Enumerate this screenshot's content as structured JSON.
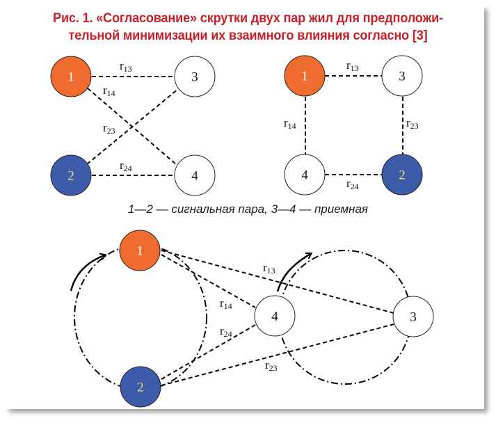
{
  "figure": {
    "title_line1": "Рис. 1. «Согласование» скрутки двух пар жил для предположи-",
    "title_line2": "тельной минимизации их взаимного влияния согласно [3]",
    "caption": "1—2 — сигнальная пара, 3—4 — приемная",
    "colors": {
      "title": "#c8202a",
      "node1_fill": "#ef6c2e",
      "node2_fill": "#3c5ba8",
      "node1_text": "#ffffff",
      "node2_text": "#e8e26a",
      "other_fill": "#ffffff"
    }
  },
  "diagram_a": {
    "nodes": [
      "1",
      "3",
      "2",
      "4"
    ],
    "edges": [
      {
        "base": "r",
        "sub": "13"
      },
      {
        "base": "r",
        "sub": "14"
      },
      {
        "base": "r",
        "sub": "23"
      },
      {
        "base": "r",
        "sub": "24"
      }
    ]
  },
  "diagram_b": {
    "nodes": [
      "1",
      "3",
      "4",
      "2"
    ],
    "edges": [
      {
        "base": "r",
        "sub": "13"
      },
      {
        "base": "r",
        "sub": "14"
      },
      {
        "base": "r",
        "sub": "23"
      },
      {
        "base": "r",
        "sub": "24"
      }
    ]
  },
  "diagram_c": {
    "nodes": [
      "1",
      "2",
      "4",
      "3"
    ],
    "edges": [
      {
        "base": "r",
        "sub": "13"
      },
      {
        "base": "r",
        "sub": "14"
      },
      {
        "base": "r",
        "sub": "24"
      },
      {
        "base": "r",
        "sub": "23"
      }
    ]
  }
}
